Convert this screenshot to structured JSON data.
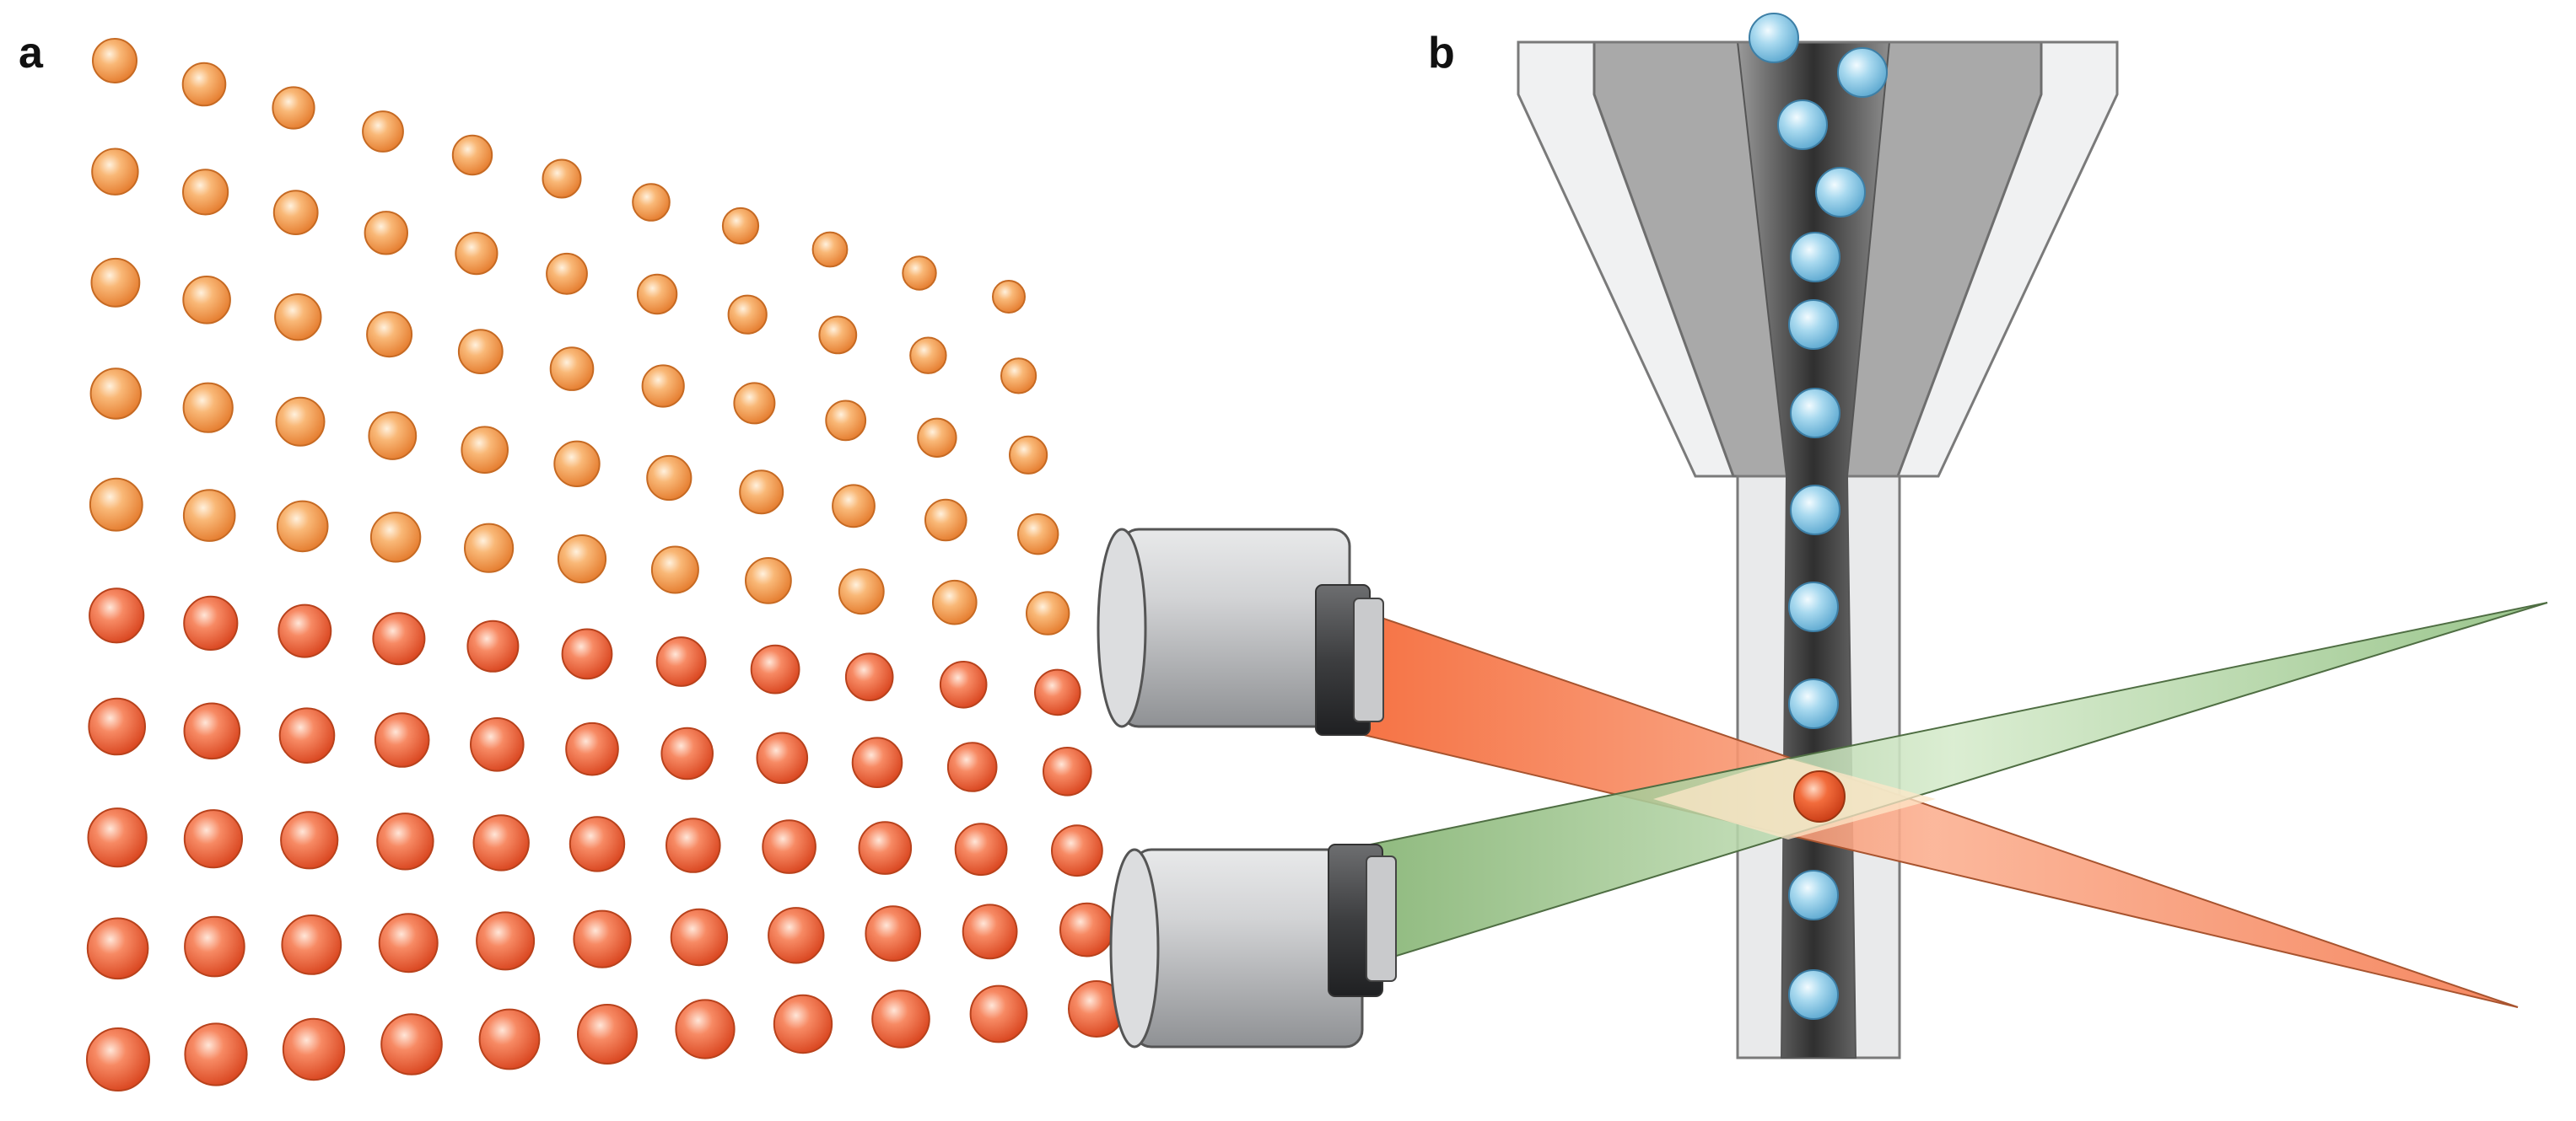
{
  "panels": {
    "a": {
      "label": "a",
      "rows": 10,
      "cols": 11
    },
    "b": {
      "label": "b",
      "stream_beads": 12,
      "interrogated_beads": 1
    }
  },
  "colors": {
    "bead_top": "#f4a04e",
    "bead_bottom": "#ee5a32",
    "stream_bead": "#8dc8e4",
    "interrogated_bead": "#ea5a2c",
    "nozzle_outer": "#f0f1f2",
    "nozzle_inner": "#a9a9a9",
    "core_stream": "#3e3e3e",
    "red_beam": "#f57b4e",
    "green_beam": "#9bc58c",
    "detector": "#b9bbbd"
  },
  "icons": {
    "detector_top": "laser-lens-icon",
    "detector_bottom": "detector-lens-icon"
  }
}
